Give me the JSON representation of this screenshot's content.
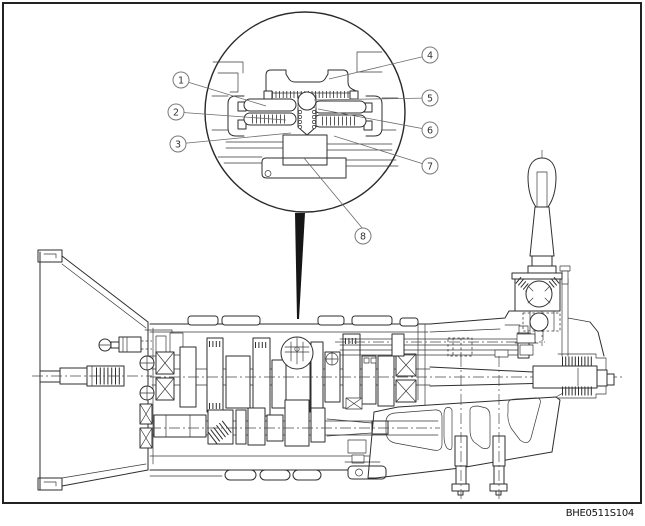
{
  "figure": {
    "code": "BHE0511S104"
  },
  "callouts": [
    {
      "number": "1"
    },
    {
      "number": "2"
    },
    {
      "number": "3"
    },
    {
      "number": "4"
    },
    {
      "number": "5"
    },
    {
      "number": "6"
    },
    {
      "number": "7"
    },
    {
      "number": "8"
    }
  ]
}
